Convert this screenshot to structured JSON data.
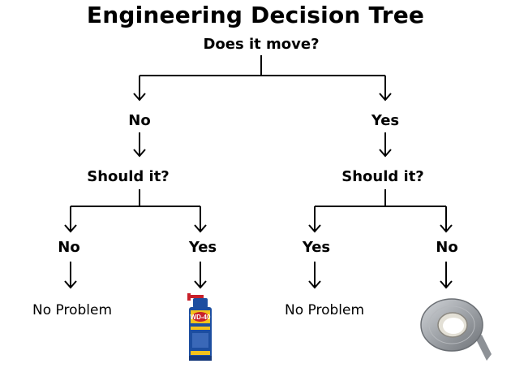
{
  "title": "Engineering Decision Tree",
  "root": "Does it move?",
  "left": {
    "answer": "No",
    "question": "Should it?",
    "left_branch": {
      "answer": "No",
      "outcome": "No Problem"
    },
    "right_branch": {
      "answer": "Yes",
      "outcome_icon": "wd40-spray-can-icon"
    }
  },
  "right": {
    "answer": "Yes",
    "question": "Should it?",
    "left_branch": {
      "answer": "Yes",
      "outcome": "No Problem"
    },
    "right_branch": {
      "answer": "No",
      "outcome_icon": "duct-tape-roll-icon"
    }
  },
  "colors": {
    "lines": "#000000",
    "can_blue": "#1d4ea0",
    "can_yellow": "#f4c21a",
    "can_red": "#c8202a",
    "tape": "#a9adb2"
  }
}
